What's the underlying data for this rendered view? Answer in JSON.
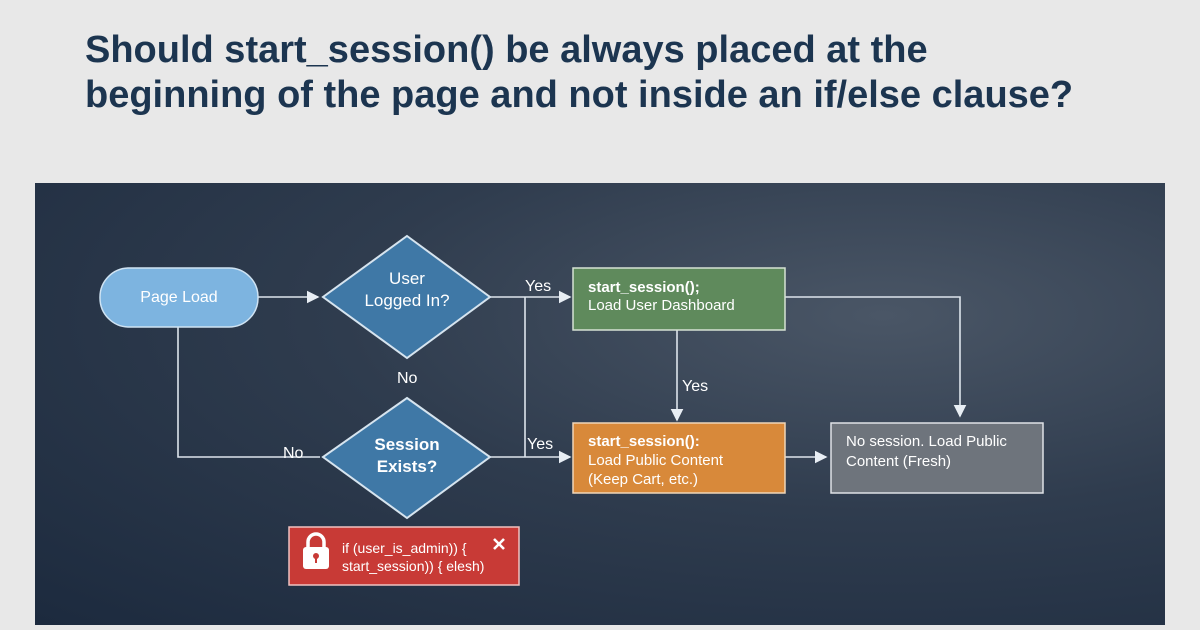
{
  "title": "Should start_session() be always placed at the beginning of the page and not inside an if/else clause?",
  "nodes": {
    "page_load": "Page Load",
    "logged_in": [
      "User",
      "Logged In?"
    ],
    "session_exists": [
      "Session",
      "Exists?"
    ],
    "dashboard": [
      "start_session();",
      "Load User Dashboard"
    ],
    "public_keep": [
      "start_session():",
      "Load Public Content",
      "(Keep Cart, etc.)"
    ],
    "public_fresh": [
      "No session. Load Public",
      "Content (Fresh)"
    ],
    "bad_code": [
      "if (user_is_admin)) {",
      "start_session)) { elesh)"
    ]
  },
  "labels": {
    "yes1": "Yes",
    "no1": "No",
    "yes2": "Yes",
    "no2": "No",
    "yes3": "Yes"
  },
  "colors": {
    "start": "#7db4e0",
    "decision": "#3f78a6",
    "green": "#5f8a5c",
    "orange": "#d8893a",
    "gray": "#6e747c",
    "red": "#c83a36"
  }
}
